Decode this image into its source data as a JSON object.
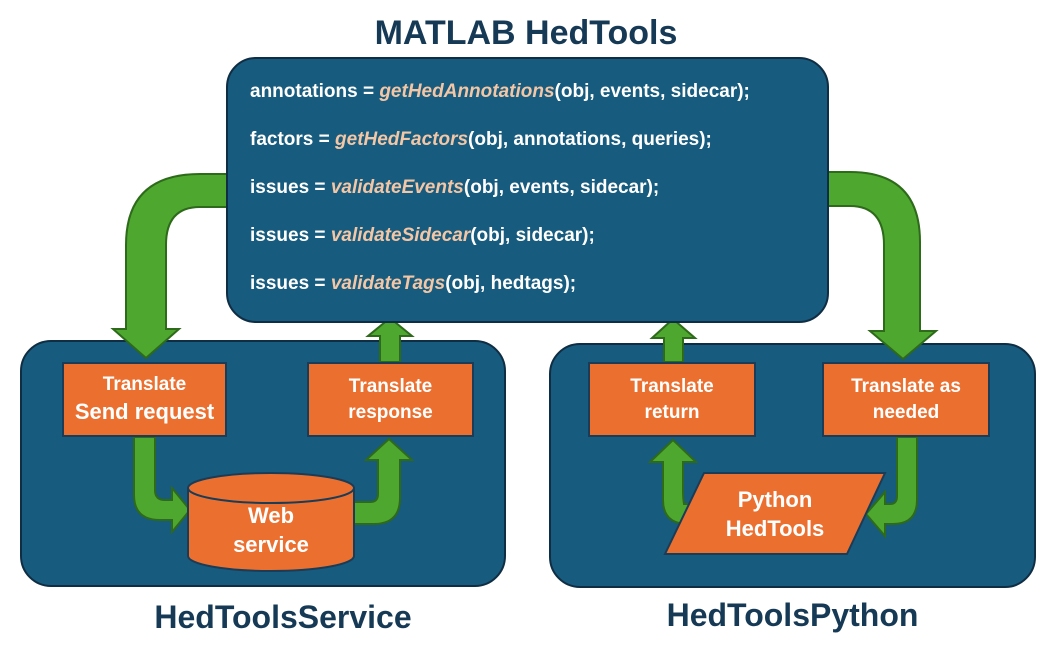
{
  "matlab": {
    "title": "MATLAB HedTools",
    "lines": [
      {
        "prefix": "annotations = ",
        "fn": "getHedAnnotations",
        "args": "(obj, events, sidecar);"
      },
      {
        "prefix": "factors = ",
        "fn": "getHedFactors",
        "args": "(obj, annotations, queries);"
      },
      {
        "prefix": "issues = ",
        "fn": "validateEvents",
        "args": "(obj, events, sidecar);"
      },
      {
        "prefix": "issues = ",
        "fn": "validateSidecar",
        "args": "(obj, sidecar);"
      },
      {
        "prefix": "issues = ",
        "fn": "validateTags",
        "args": "(obj, hedtags);"
      }
    ]
  },
  "service": {
    "title": "HedToolsService",
    "send_box": {
      "line1": "Translate",
      "line2": "Send request"
    },
    "response_box": {
      "line1": "Translate",
      "line2": "response"
    },
    "web_service": {
      "line1": "Web",
      "line2": "service"
    }
  },
  "python": {
    "title": "HedToolsPython",
    "return_box": {
      "line1": "Translate",
      "line2": "return"
    },
    "needed_box": {
      "line1": "Translate as",
      "line2": "needed"
    },
    "python_tools": {
      "line1": "Python",
      "line2": "HedTools"
    }
  },
  "colors": {
    "panel": "#175b7e",
    "box": "#eb7030",
    "arrow": "#4ea72e",
    "function": "#f3c6a5",
    "title": "#163a55"
  }
}
